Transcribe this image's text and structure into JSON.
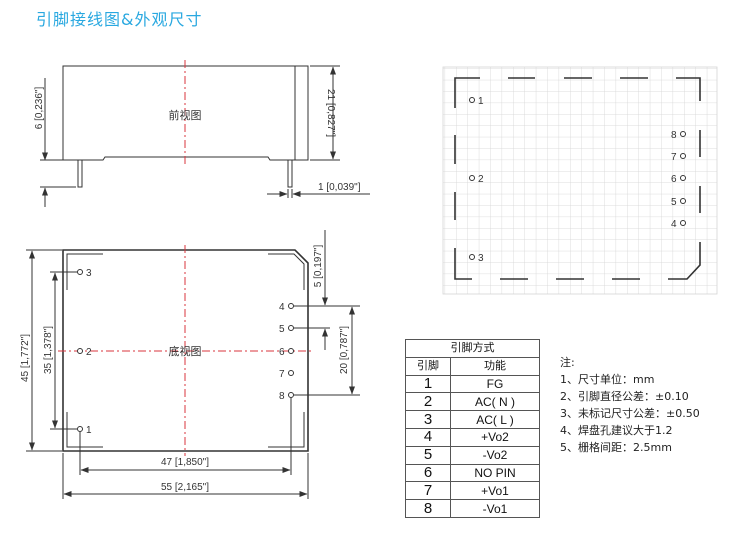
{
  "title": "引脚接线图&外观尺寸",
  "front_view": {
    "label": "前视图",
    "dim_pin_length": "6 [0,236\"]",
    "dim_height": "21 [0,827\"]",
    "dim_pin_diameter": "1 [0,039\"]"
  },
  "bottom_view": {
    "label": "底视图",
    "dim_height": "45 [1,772\"]",
    "dim_pin_span_left": "35 [1,378\"]",
    "dim_pin_span_x": "47 [1,850\"]",
    "dim_width": "55 [2,165\"]",
    "dim_top_offset": "5 [0,197\"]",
    "dim_pin_span_right": "20 [0,787\"]",
    "pins": [
      "1",
      "2",
      "3",
      "4",
      "5",
      "6",
      "7",
      "8"
    ]
  },
  "grid_view": {
    "pins": [
      "1",
      "2",
      "3",
      "4",
      "5",
      "6",
      "7",
      "8"
    ]
  },
  "pin_table": {
    "title": "引脚方式",
    "headers": [
      "引脚",
      "功能"
    ],
    "rows": [
      [
        "1",
        "FG"
      ],
      [
        "2",
        "AC( N )"
      ],
      [
        "3",
        "AC( L )"
      ],
      [
        "4",
        "+Vo2"
      ],
      [
        "5",
        "-Vo2"
      ],
      [
        "6",
        "NO PIN"
      ],
      [
        "7",
        "+Vo1"
      ],
      [
        "8",
        "-Vo1"
      ]
    ]
  },
  "notes": {
    "heading": "注:",
    "items": [
      "1、尺寸单位：mm",
      "2、引脚直径公差：±0.10",
      "3、未标记尺寸公差：±0.50",
      "4、焊盘孔建议大于1.2",
      "5、栅格间距：2.5mm"
    ]
  },
  "colors": {
    "title": "#29a8e0",
    "centerline": "#d9363e"
  }
}
